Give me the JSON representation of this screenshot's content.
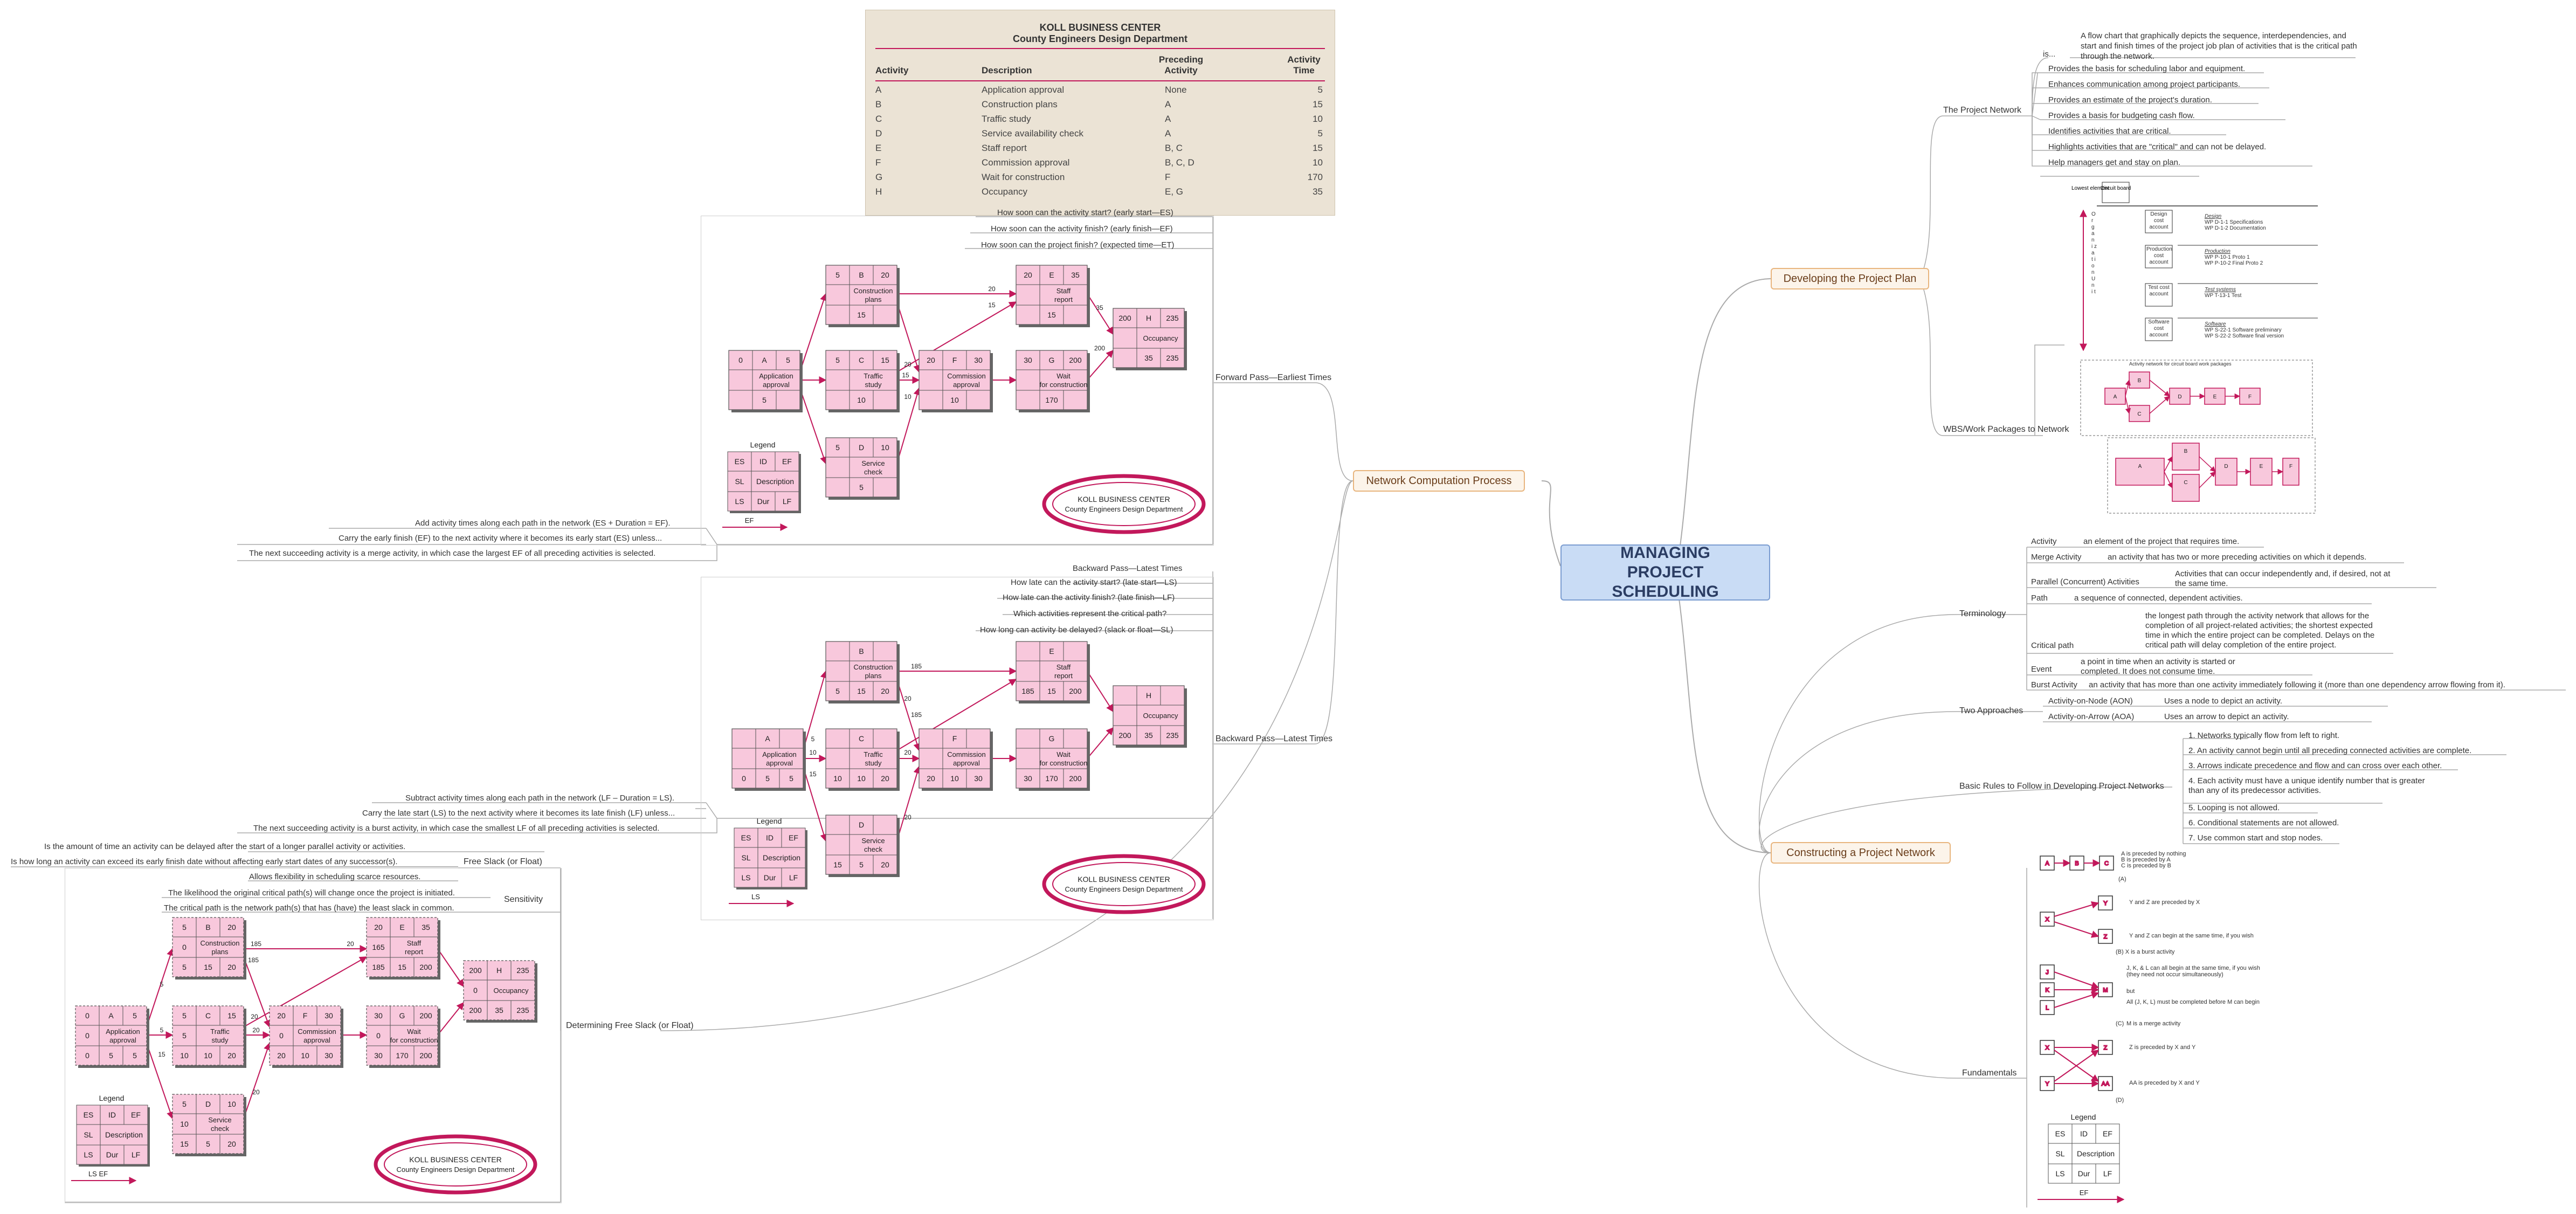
{
  "root": "MANAGING PROJECT SCHEDULING",
  "branches": {
    "develop": "Developing the Project Plan",
    "network_calc": "Network Computation Process",
    "construct": "Constructing a Project Network"
  },
  "project_network": {
    "label": "The Project Network",
    "is_label": "is...",
    "definition": "A flow chart that graphically depicts the sequence, interdependencies, and start and finish times of the project job plan of activities that is the critical path through the network.",
    "points": [
      "Provides the basis for scheduling labor and equipment.",
      "Enhances communication among project participants.",
      "Provides an estimate of the project's duration.",
      "Provides a basis for budgeting cash flow.",
      "Identifies activities that are critical.",
      "Highlights activities that are \"critical\" and can not be delayed.",
      "Help managers get and stay on plan."
    ]
  },
  "wbs": {
    "label": "WBS/Work Packages to Network",
    "lowest_element": "Lowest element",
    "circuit_board": "Circuit board",
    "org_letters": "O r g a n i z a t i o n  U n i t",
    "accounts": [
      {
        "name": "Design cost account",
        "title": "Design",
        "items": [
          "WP D-1-1 Specifications",
          "WP D-1-2 Documentation"
        ]
      },
      {
        "name": "Production cost account",
        "title": "Production",
        "items": [
          "WP P-10-1 Proto 1",
          "WP P-10-2 Final Proto 2"
        ]
      },
      {
        "name": "Test cost account",
        "title": "Test systems",
        "items": [
          "WP T-13-1 Test"
        ]
      },
      {
        "name": "Software cost account",
        "title": "Software",
        "items": [
          "WP S-22-1 Software preliminary",
          "WP S-22-2 Software final version"
        ]
      }
    ],
    "network_caption": "Activity network for circuit board work packages"
  },
  "table": {
    "title": "KOLL BUSINESS CENTER",
    "subtitle": "County Engineers Design Department",
    "headers": [
      "Activity",
      "Description",
      "Preceding Activity",
      "Activity Time"
    ],
    "rows": [
      [
        "A",
        "Application approval",
        "None",
        "5"
      ],
      [
        "B",
        "Construction plans",
        "A",
        "15"
      ],
      [
        "C",
        "Traffic study",
        "A",
        "10"
      ],
      [
        "D",
        "Service availability check",
        "A",
        "5"
      ],
      [
        "E",
        "Staff report",
        "B, C",
        "15"
      ],
      [
        "F",
        "Commission approval",
        "B, C, D",
        "10"
      ],
      [
        "G",
        "Wait for construction",
        "F",
        "170"
      ],
      [
        "H",
        "Occupancy",
        "E, G",
        "35"
      ]
    ]
  },
  "forward": {
    "label": "Forward Pass—Earliest Times",
    "questions": [
      "How soon can the activity start? (early start—ES)",
      "How soon can the activity finish? (early finish—EF)",
      "How soon can the project finish? (expected time—ET)"
    ],
    "rules": [
      "Add activity times along each path in the network (ES + Duration = EF).",
      "Carry the early finish (EF) to the next activity where it becomes its early start (ES) unless...",
      "The next succeeding activity is a merge activity, in which case the largest EF of all preceding activities is selected."
    ]
  },
  "backward": {
    "label": "Backward Pass—Latest Times",
    "heading": "Backward Pass—Latest Times",
    "questions": [
      "How late can the activity start? (late start—LS)",
      "How late can the activity finish? (late finish—LF)",
      "Which activities represent the critical path?",
      "How long can activity be delayed? (slack or float—SL)"
    ],
    "rules": [
      "Subtract activity times along each path in the network (LF – Duration = LS).",
      "Carry the late start (LS) to the next activity where it becomes its late finish (LF) unless...",
      "The next succeeding activity is a burst activity, in which case the smallest LF of all preceding activities is selected."
    ]
  },
  "slack": {
    "label": "Determining Free Slack (or Float)",
    "free_label": "Free Slack (or Float)",
    "free": [
      "Is the amount of time an activity can be delayed after the start of a longer parallel activity or activities.",
      "Is how long an activity can exceed its early finish date without affecting early start dates of any successor(s).",
      "Allows flexibility in scheduling scarce resources."
    ],
    "sensitivity_label": "Sensitivity",
    "sensitivity": [
      "The likelihood the original critical path(s) will change once the project is initiated.",
      "The critical path is the network path(s) that has (have) the least slack in common."
    ]
  },
  "stamp": {
    "line1": "KOLL BUSINESS CENTER",
    "line2": "County Engineers Design Department"
  },
  "legend": {
    "title": "Legend",
    "cells": [
      [
        "ES",
        "ID",
        "EF"
      ],
      [
        "SL",
        "Description",
        ""
      ],
      [
        "LS",
        "Dur",
        "LF"
      ]
    ],
    "ef": "EF",
    "ls": "LS",
    "ls_ef": "LS     EF"
  },
  "fw_nodes": {
    "A": {
      "tl": "0",
      "tm": "A",
      "tr": "5",
      "desc": "Application approval",
      "dur": "5"
    },
    "B": {
      "tl": "5",
      "tm": "B",
      "tr": "20",
      "desc": "Construction plans",
      "dur": "15"
    },
    "C": {
      "tl": "5",
      "tm": "C",
      "tr": "15",
      "desc": "Traffic study",
      "dur": "10"
    },
    "D": {
      "tl": "5",
      "tm": "D",
      "tr": "10",
      "desc": "Service check",
      "dur": "5"
    },
    "E": {
      "tl": "20",
      "tm": "E",
      "tr": "35",
      "desc": "Staff report",
      "dur": "15"
    },
    "F": {
      "tl": "20",
      "tm": "F",
      "tr": "30",
      "desc": "Commission approval",
      "dur": "10"
    },
    "G": {
      "tl": "30",
      "tm": "G",
      "tr": "200",
      "desc": "Wait for construction",
      "dur": "170"
    },
    "H": {
      "tl": "200",
      "tm": "H",
      "tr": "235",
      "desc": "Occupancy",
      "dur": "35",
      "br": "235"
    }
  },
  "fw_arrows": {
    "be": "20",
    "ce": "15",
    "bf": "20",
    "cf": "15",
    "df": "10",
    "eh": "35",
    "gh": "200"
  },
  "bw_nodes": {
    "A": {
      "tm": "A",
      "desc": "Application approval",
      "bl": "0",
      "bm": "5",
      "br": "5"
    },
    "B": {
      "tm": "B",
      "desc": "Construction plans",
      "bl": "5",
      "bm": "15",
      "br": "20"
    },
    "C": {
      "tm": "C",
      "desc": "Traffic study",
      "bl": "10",
      "bm": "10",
      "br": "20"
    },
    "D": {
      "tm": "D",
      "desc": "Service check",
      "bl": "15",
      "bm": "5",
      "br": "20"
    },
    "E": {
      "tm": "E",
      "desc": "Staff report",
      "bl": "185",
      "bm": "15",
      "br": "200"
    },
    "F": {
      "tm": "F",
      "desc": "Commission approval",
      "bl": "20",
      "bm": "10",
      "br": "30"
    },
    "G": {
      "tm": "G",
      "desc": "Wait for construction",
      "bl": "30",
      "bm": "170",
      "br": "200"
    },
    "H": {
      "tm": "H",
      "desc": "Occupancy",
      "bl": "200",
      "bm": "35",
      "br": "235"
    }
  },
  "bw_arrows": {
    "be": "185",
    "bf": "20",
    "cf": "20",
    "df": "20",
    "af1": "5",
    "af2": "10",
    "af3": "15",
    "af4": "20"
  },
  "fs_nodes": {
    "A": {
      "tl": "0",
      "tm": "A",
      "tr": "5",
      "sl": "0",
      "desc": "Application approval",
      "bl": "0",
      "bm": "5",
      "br": "5"
    },
    "B": {
      "tl": "5",
      "tm": "B",
      "tr": "20",
      "sl": "0",
      "desc": "Construction plans",
      "bl": "5",
      "bm": "15",
      "br": "20"
    },
    "C": {
      "tl": "5",
      "tm": "C",
      "tr": "15",
      "sl": "5",
      "desc": "Traffic study",
      "bl": "10",
      "bm": "10",
      "br": "20"
    },
    "D": {
      "tl": "5",
      "tm": "D",
      "tr": "10",
      "sl": "10",
      "desc": "Service check",
      "bl": "15",
      "bm": "5",
      "br": "20"
    },
    "E": {
      "tl": "20",
      "tm": "E",
      "tr": "35",
      "sl": "165",
      "desc": "Staff report",
      "bl": "185",
      "bm": "15",
      "br": "200"
    },
    "F": {
      "tl": "20",
      "tm": "F",
      "tr": "30",
      "sl": "0",
      "desc": "Commission approval",
      "bl": "20",
      "bm": "10",
      "br": "30"
    },
    "G": {
      "tl": "30",
      "tm": "G",
      "tr": "200",
      "sl": "0",
      "desc": "Wait for construction",
      "bl": "30",
      "bm": "170",
      "br": "200"
    },
    "H": {
      "tl": "200",
      "tm": "H",
      "tr": "235",
      "sl": "0",
      "desc": "Occupancy",
      "bl": "200",
      "bm": "35",
      "br": "235"
    }
  },
  "terminology": {
    "label": "Terminology",
    "items": [
      {
        "term": "Activity",
        "def": "an element of the project that requires time."
      },
      {
        "term": "Merge Activity",
        "def": "an activity that has two or more preceding activities on which it depends."
      },
      {
        "term": "Parallel (Concurrent) Activities",
        "def": "Activities that can occur independently and, if desired, not at the same time."
      },
      {
        "term": "Path",
        "def": "a sequence of connected, dependent activities."
      },
      {
        "term": "Critical path",
        "def": "the longest path through the activity network that allows for the completion of all project-related activities; the shortest expected time in which the entire project can be completed. Delays on the critical path will delay completion of the entire project."
      },
      {
        "term": "Event",
        "def": "a point in time when an activity is started or completed. It does not consume time."
      },
      {
        "term": "Burst Activity",
        "def": "an activity that has more than one activity immediately following it (more than one dependency arrow flowing from it)."
      }
    ]
  },
  "approaches": {
    "label": "Two Approaches",
    "items": [
      {
        "term": "Activity-on-Node (AON)",
        "def": "Uses a node to depict an activity."
      },
      {
        "term": "Activity-on-Arrow (AOA)",
        "def": "Uses an arrow to depict an activity."
      }
    ]
  },
  "rules": {
    "label": "Basic Rules to Follow in Developing Project Networks",
    "items": [
      "1. Networks typically flow from left to right.",
      "2. An activity cannot begin until all preceding connected activities are complete.",
      "3. Arrows indicate precedence and flow and can cross over each other.",
      "4. Each activity must have a unique identify number that is greater than any of its predecessor activities.",
      "5. Looping is not allowed.",
      "6. Conditional statements are not allowed.",
      "7. Use common start and stop nodes."
    ]
  },
  "fundamentals": {
    "label": "Fundamentals",
    "a_notes": [
      "A is preceded by nothing",
      "B is preceded by A",
      "C is preceded by B"
    ],
    "a_tag": "(A)",
    "b_notes": [
      "Y and Z are preceded by X",
      "Y and Z can begin at the same time, if you wish"
    ],
    "b_tag": "(B)   X is a burst activity",
    "c_notes": [
      "J, K, & L can all begin at the same time, if you wish (they need not occur simultaneously)",
      "but",
      "All (J, K, L) must be completed before M can begin",
      "M is a merge activity"
    ],
    "c_tag": "(C)",
    "d_notes": [
      "Z is preceded by X and Y",
      "AA is preceded by X and Y"
    ],
    "d_tag": "(D)",
    "letters": {
      "a": "A",
      "b": "B",
      "c": "C",
      "x": "X",
      "y": "Y",
      "z": "Z",
      "j": "J",
      "k": "K",
      "l": "L",
      "m": "M",
      "aa": "AA"
    }
  },
  "colors": {
    "accent": "#c2185b",
    "node_fill": "#f8c8dc",
    "root_fill": "#c9dcf5",
    "root_border": "#7a9cd0"
  }
}
